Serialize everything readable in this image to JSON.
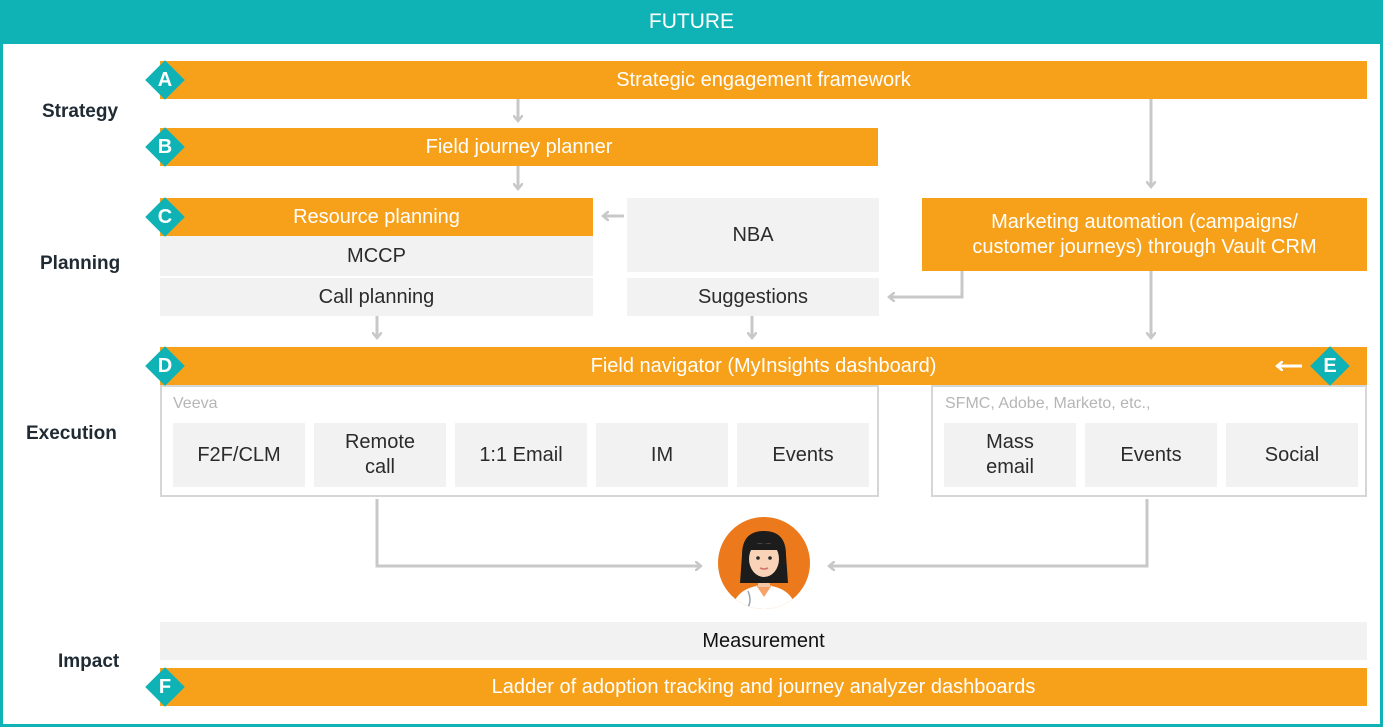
{
  "header": {
    "title": "FUTURE"
  },
  "row_labels": {
    "strategy": "Strategy",
    "planning": "Planning",
    "execution": "Execution",
    "impact": "Impact"
  },
  "badges": {
    "a": "A",
    "b": "B",
    "c": "C",
    "d": "D",
    "e": "E",
    "f": "F"
  },
  "strategy": {
    "framework": "Strategic engagement framework",
    "planner": "Field journey planner"
  },
  "planning": {
    "resource": "Resource planning",
    "mccp": "MCCP",
    "call_planning": "Call planning",
    "nba": "NBA",
    "suggestions": "Suggestions",
    "marketing_line1": "Marketing automation (campaigns/",
    "marketing_line2": "customer journeys) through Vault CRM"
  },
  "execution": {
    "navigator": "Field navigator (MyInsights dashboard)",
    "veeva_label": "Veeva",
    "veeva_tiles": [
      {
        "line1": "F2F/CLM",
        "line2": ""
      },
      {
        "line1": "Remote",
        "line2": "call"
      },
      {
        "line1": "1:1 Email",
        "line2": ""
      },
      {
        "line1": "IM",
        "line2": ""
      },
      {
        "line1": "Events",
        "line2": ""
      }
    ],
    "other_label": "SFMC, Adobe, Marketo, etc.,",
    "other_tiles": [
      {
        "line1": "Mass",
        "line2": "email"
      },
      {
        "line1": "Events",
        "line2": ""
      },
      {
        "line1": "Social",
        "line2": ""
      }
    ]
  },
  "impact": {
    "measurement": "Measurement",
    "ladder": "Ladder of adoption tracking and journey analyzer dashboards"
  },
  "icons": {
    "avatar": "doctor-avatar-icon",
    "arrow": "arrow-icon"
  },
  "colors": {
    "teal": "#0fb3b5",
    "orange": "#f7a11a",
    "gray_fill": "#f2f2f2",
    "arrow_gray": "#c8c8c8"
  }
}
